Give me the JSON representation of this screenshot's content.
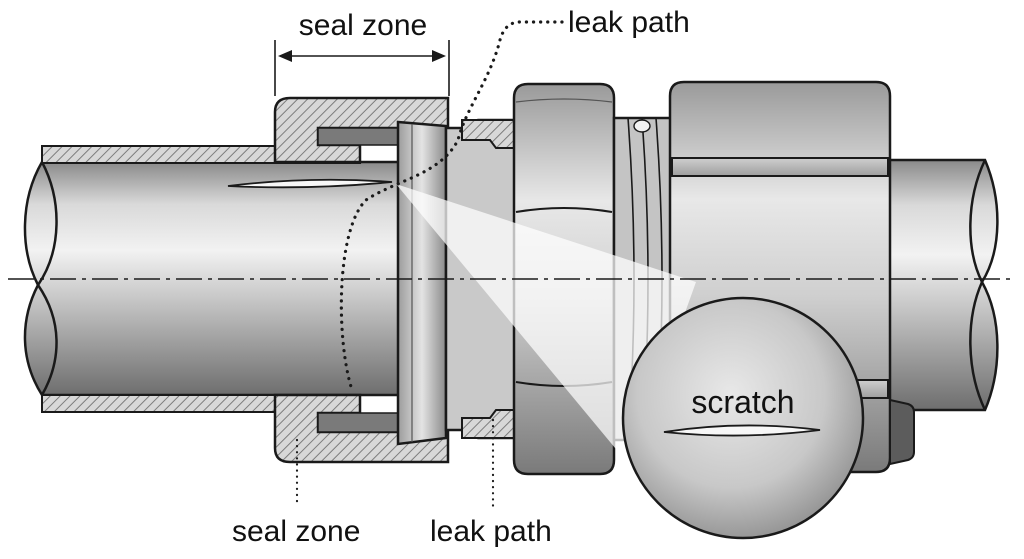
{
  "labels": {
    "seal_zone_top": "seal zone",
    "leak_path_top": "leak path",
    "seal_zone_bottom": "seal zone",
    "leak_path_bottom": "leak path",
    "scratch": "scratch"
  },
  "colors": {
    "outline": "#1a1a1a",
    "metal_light": "#e6e6e6",
    "metal_mid": "#b5b5b5",
    "metal_dark": "#7a7a7a",
    "hatch": "#8c8c8c"
  }
}
